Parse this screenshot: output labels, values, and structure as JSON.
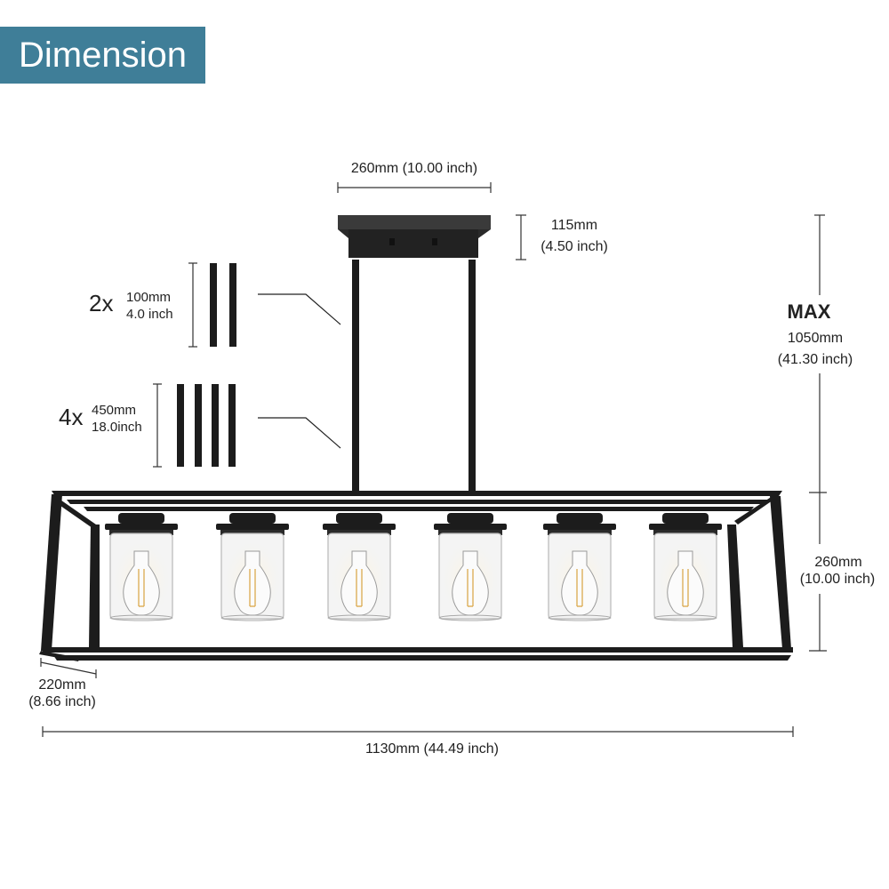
{
  "header": {
    "title": "Dimension"
  },
  "dimensions": {
    "canopy_width": "260mm (10.00 inch)",
    "canopy_height_mm": "115mm",
    "canopy_height_in": "(4.50 inch)",
    "max_label": "MAX",
    "max_height_mm": "1050mm",
    "max_height_in": "(41.30 inch)",
    "fixture_height_mm": "260mm",
    "fixture_height_in": "(10.00 inch)",
    "depth_mm": "220mm",
    "depth_in": "(8.66 inch)",
    "length": "1130mm (44.49 inch)"
  },
  "rods": {
    "short": {
      "qty": "2x",
      "mm": "100mm",
      "inch": "4.0 inch"
    },
    "long": {
      "qty": "4x",
      "mm": "450mm",
      "inch": "18.0inch"
    }
  },
  "colors": {
    "badge": "#3f7e98",
    "metal": "#1c1c1c"
  }
}
